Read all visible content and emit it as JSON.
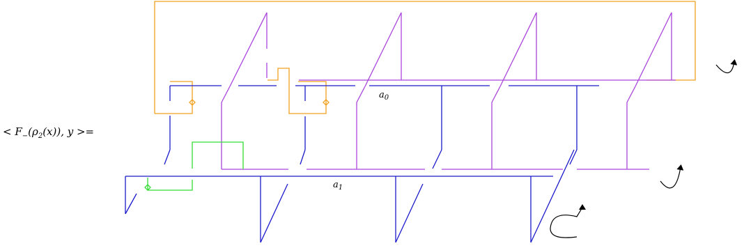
{
  "formula": {
    "lhs": "< F",
    "lhs_sub": "−",
    "lhs_rest": "(ρ",
    "lhs_sub2": "2",
    "lhs_end": "(x)), y >="
  },
  "labels": {
    "a0_base": "a",
    "a0_sub": "0",
    "a1_base": "a",
    "a1_sub": "1"
  },
  "colors": {
    "blue": "#1a1acc",
    "purple": "#aa44dd",
    "orange": "#f0a020",
    "green": "#33dd33",
    "black": "#000000"
  }
}
